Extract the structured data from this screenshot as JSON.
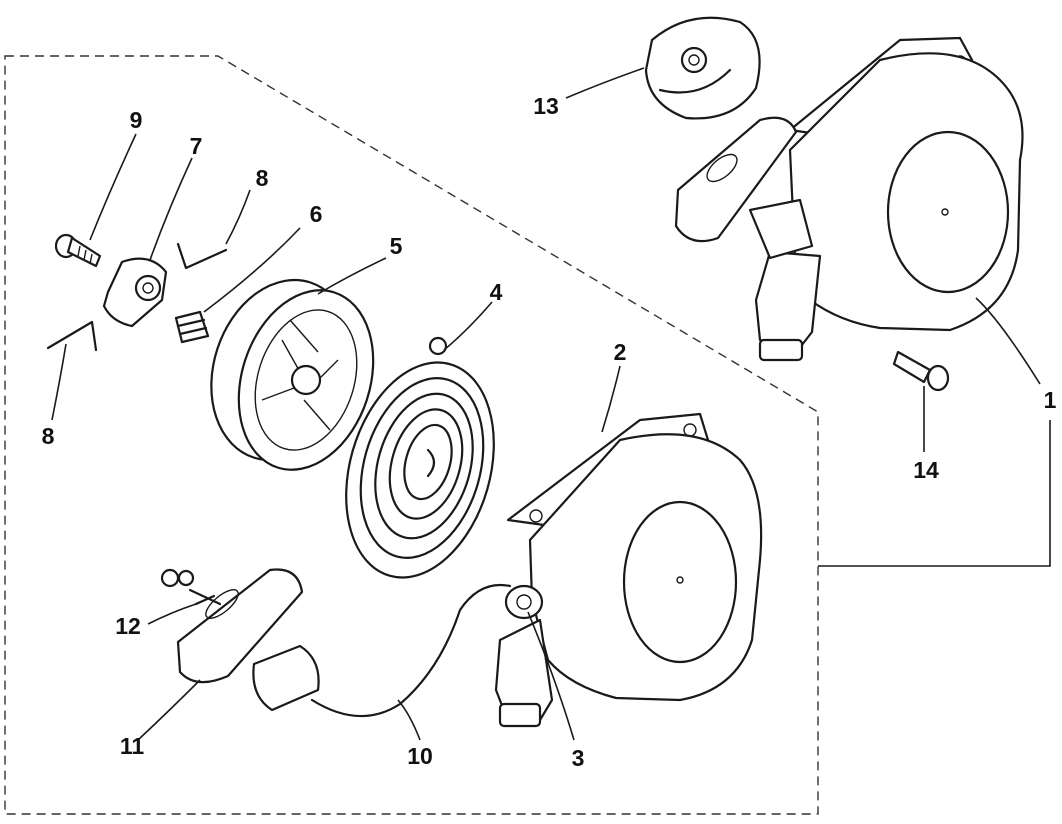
{
  "callouts": {
    "c1": "1",
    "c2": "2",
    "c3": "3",
    "c4": "4",
    "c5": "5",
    "c6": "6",
    "c7": "7",
    "c8a": "8",
    "c8b": "8",
    "c9": "9",
    "c10": "10",
    "c11": "11",
    "c12": "12",
    "c13": "13",
    "c14": "14"
  }
}
